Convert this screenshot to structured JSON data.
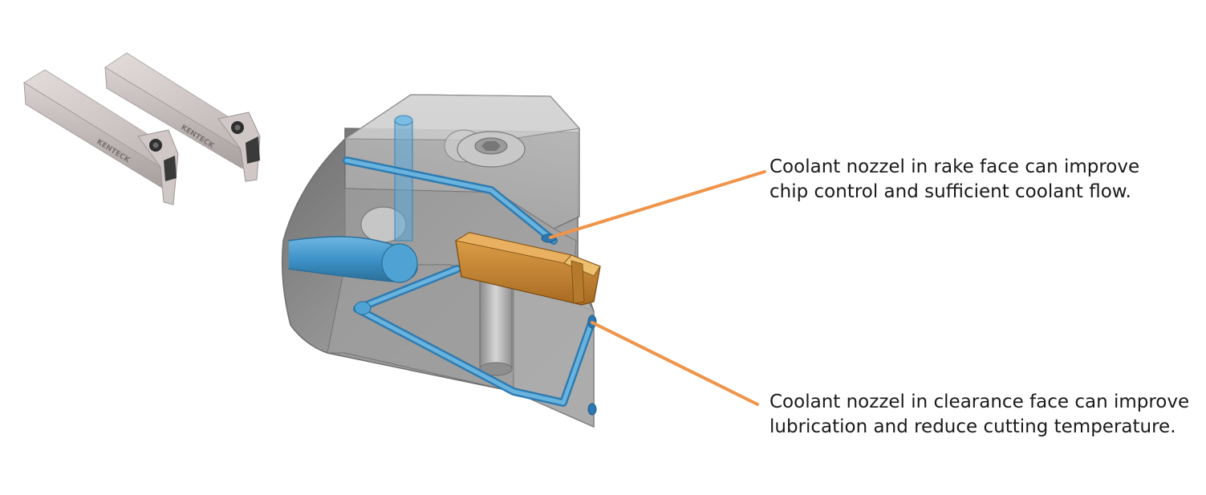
{
  "callouts": {
    "rake_face": {
      "line1": "Coolant nozzel in rake face can improve",
      "line2": "chip control and sufficient coolant flow."
    },
    "clearance_face": {
      "line1": "Coolant nozzel in clearance face can improve",
      "line2": "lubrication and reduce cutting temperature."
    }
  },
  "tool_holder_marking": "KENTECK",
  "colors": {
    "leader_line": "#f0944a",
    "coolant_channel": "#3d93c9",
    "insert": "#c8852e",
    "body_shell": "#8c8c8c",
    "holder_steel": "#c9c2c0"
  }
}
